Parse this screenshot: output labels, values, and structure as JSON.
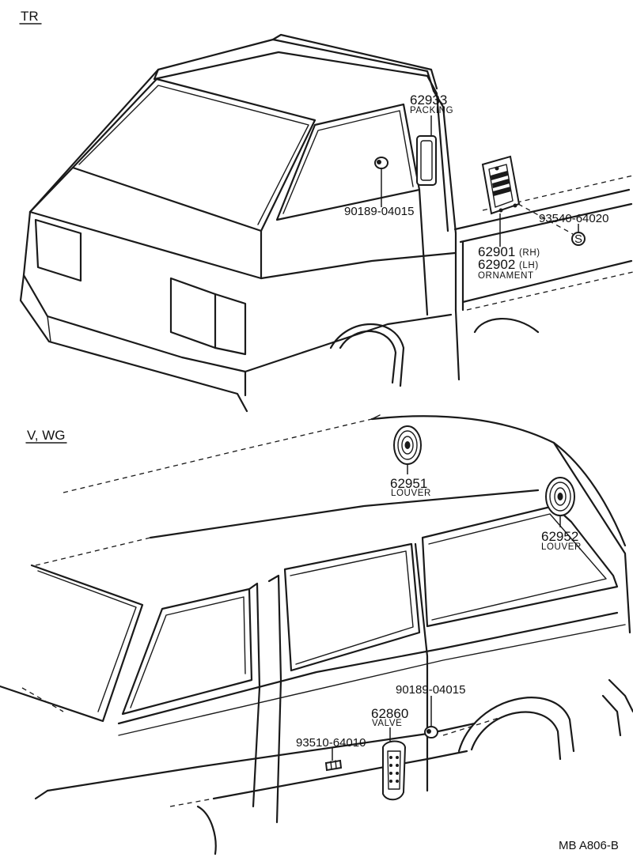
{
  "sections": {
    "truck": "TR",
    "van": "V, WG"
  },
  "truck_labels": {
    "packing_number": "62933",
    "packing_name": "PACKING",
    "clip_number": "90189-04015",
    "screw_number": "93540-64020",
    "screw_symbol": "S",
    "ornament_rh_number": "62901",
    "ornament_rh_side": "(RH)",
    "ornament_lh_number": "62902",
    "ornament_lh_side": "(LH)",
    "ornament_name": "ORNAMENT"
  },
  "van_labels": {
    "louver_a_number": "62951",
    "louver_a_name": "LOUVER",
    "louver_b_number": "62952",
    "louver_b_name": "LOUVER",
    "clip_number": "90189-04015",
    "valve_number": "62860",
    "valve_name": "VALVE",
    "screw_number": "93510-64010"
  },
  "footer": {
    "code": "MB  A806-B"
  }
}
